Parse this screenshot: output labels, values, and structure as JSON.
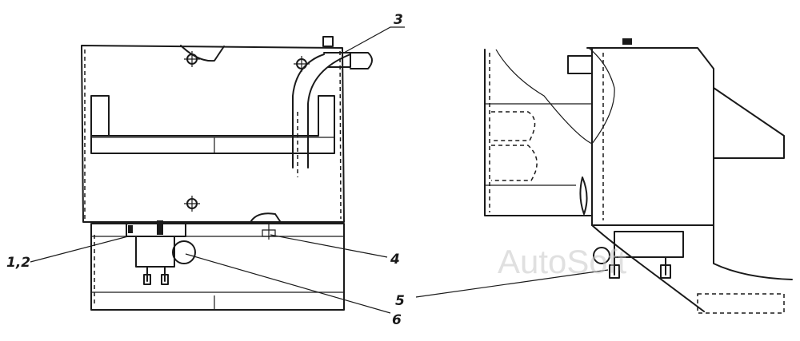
{
  "callouts": [
    {
      "id": "callout-3",
      "label": "3"
    },
    {
      "id": "callout-12",
      "label": "1,2"
    },
    {
      "id": "callout-4",
      "label": "4"
    },
    {
      "id": "callout-5",
      "label": "5"
    },
    {
      "id": "callout-6",
      "label": "6"
    }
  ],
  "watermark": "AutoSoft",
  "colors": {
    "ink": "#1a1a1a",
    "paper": "#ffffff",
    "watermark": "#c8c8c8"
  }
}
